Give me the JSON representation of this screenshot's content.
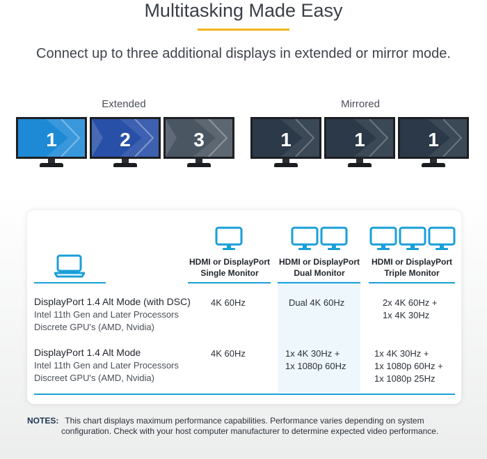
{
  "header": {
    "title": "Multitasking Made Easy",
    "subtitle": "Connect up to three additional displays in extended or mirror mode."
  },
  "groups": {
    "extended": {
      "label": "Extended",
      "screens": [
        {
          "number": "1",
          "color": "#1e8ad6"
        },
        {
          "number": "2",
          "color": "#2850a8"
        },
        {
          "number": "3",
          "color": "#4b5663"
        }
      ]
    },
    "mirrored": {
      "label": "Mirrored",
      "screens": [
        {
          "number": "1",
          "color": "#2b3948"
        },
        {
          "number": "1",
          "color": "#2b3948"
        },
        {
          "number": "1",
          "color": "#2b3948"
        }
      ]
    }
  },
  "table": {
    "columns": [
      {
        "line1": "HDMI or DisplayPort",
        "line2": "Single Monitor",
        "icon": "monitor-icon"
      },
      {
        "line1": "HDMI or DisplayPort",
        "line2": "Dual Monitor",
        "icon": "dual-monitor-icon"
      },
      {
        "line1": "HDMI or DisplayPort",
        "line2": "Triple Monitor",
        "icon": "triple-monitor-icon"
      }
    ],
    "row_icon": "laptop-icon",
    "rows": [
      {
        "title": "DisplayPort 1.4 Alt Mode (with DSC)",
        "sub1": "Intel 11th Gen and Later Processors",
        "sub2": "Discrete GPU's (AMD, Nvidia)",
        "single": "4K 60Hz",
        "dual": [
          "Dual 4K 60Hz"
        ],
        "triple": [
          "2x 4K 60Hz +",
          "1x 4K 30Hz"
        ]
      },
      {
        "title": "DisplayPort 1.4 Alt Mode",
        "sub1": "Intel 11th Gen and Later Processors",
        "sub2": "Discreet GPU's (AMD, Nvidia)",
        "single": "4K 60Hz",
        "dual": [
          "1x 4K 30Hz +",
          "1x 1080p 60Hz"
        ],
        "triple": [
          "1x 4K 30Hz +",
          "1x 1080p 60Hz +",
          "1x 1080p 25Hz"
        ]
      }
    ]
  },
  "notes": {
    "label": "NOTES:",
    "line1": "This chart displays maximum performance capabilities. Performance varies depending on system",
    "line2": "configuration. Check with your host computer manufacturer to determine expected video performance."
  },
  "colors": {
    "accent_blue": "#1a9fd8",
    "accent_yellow": "#f2b51a",
    "highlight": "#eef7fc"
  }
}
